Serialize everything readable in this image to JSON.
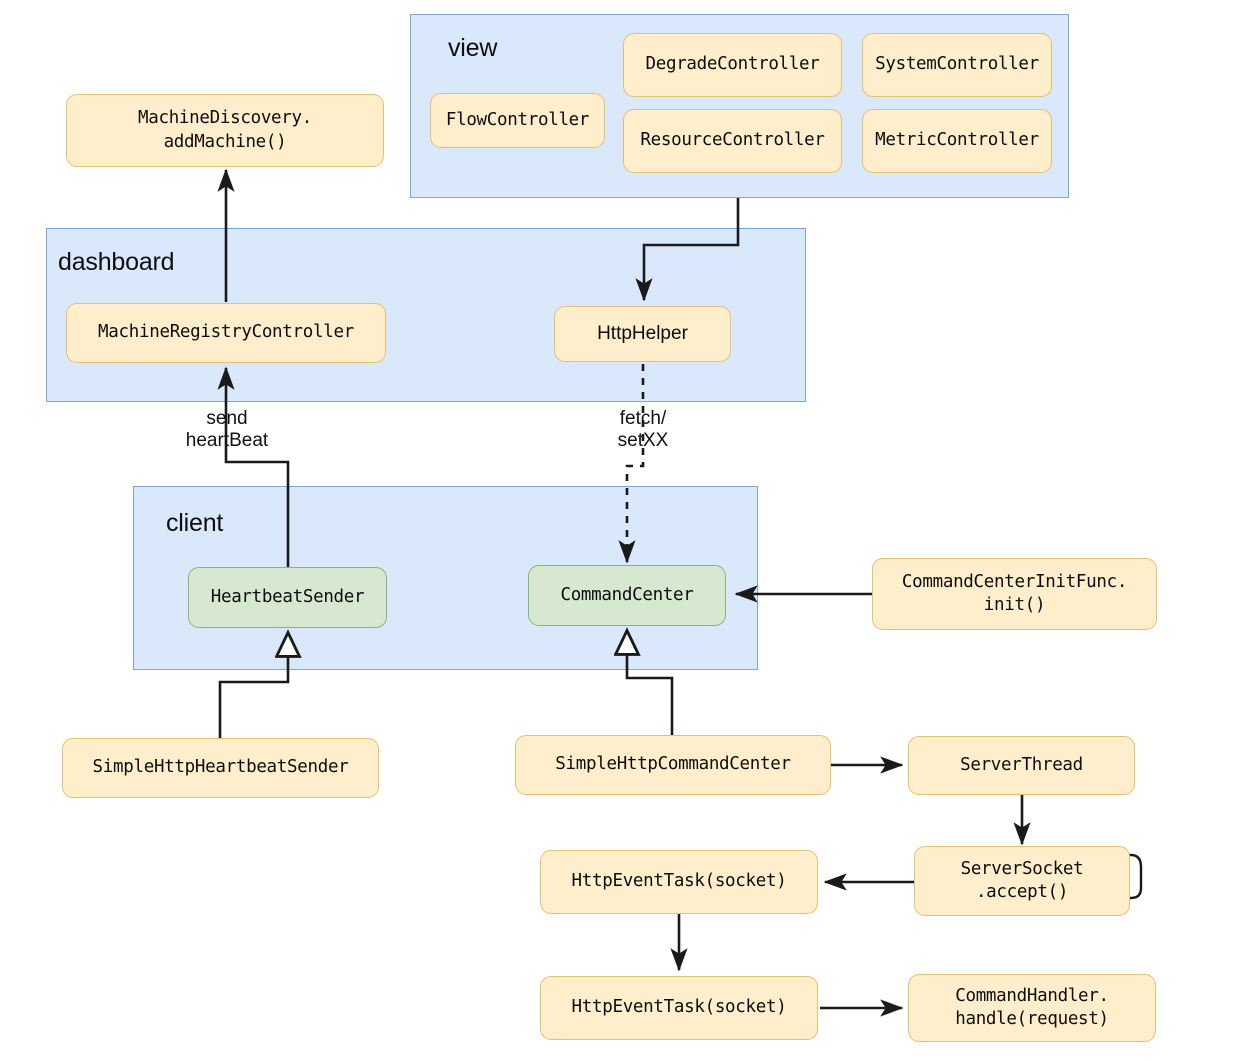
{
  "diagram": {
    "title": "Sentinel dashboard / client architecture",
    "colors": {
      "group_fill": "#dae8fc",
      "group_stroke": "#7ea6d9",
      "node_yellow_fill": "#ffeecc",
      "node_yellow_stroke": "#e3c171",
      "node_green_fill": "#d7e8d0",
      "node_green_stroke": "#8cb377",
      "edge_stroke": "#1a1a1a",
      "background": "#ffffff"
    },
    "groups": [
      {
        "id": "view",
        "label": "view"
      },
      {
        "id": "dashboard",
        "label": "dashboard"
      },
      {
        "id": "client",
        "label": "client"
      }
    ],
    "nodes": [
      {
        "id": "flow-controller",
        "label": "FlowController",
        "group": "view",
        "style": "yellow"
      },
      {
        "id": "degrade-controller",
        "label": "DegradeController",
        "group": "view",
        "style": "yellow"
      },
      {
        "id": "system-controller",
        "label": "SystemController",
        "group": "view",
        "style": "yellow"
      },
      {
        "id": "resource-controller",
        "label": "ResourceController",
        "group": "view",
        "style": "yellow"
      },
      {
        "id": "metric-controller",
        "label": "MetricController",
        "group": "view",
        "style": "yellow"
      },
      {
        "id": "machine-discovery",
        "label": "MachineDiscovery.\naddMachine()",
        "group": "none",
        "style": "yellow"
      },
      {
        "id": "machine-registry-controller",
        "label": "MachineRegistryController",
        "group": "dashboard",
        "style": "yellow"
      },
      {
        "id": "http-helper",
        "label": "HttpHelper",
        "group": "dashboard",
        "style": "yellow-sans"
      },
      {
        "id": "heartbeat-sender",
        "label": "HeartbeatSender",
        "group": "client",
        "style": "green"
      },
      {
        "id": "command-center",
        "label": "CommandCenter",
        "group": "client",
        "style": "green"
      },
      {
        "id": "command-center-init-func",
        "label": "CommandCenterInitFunc.\ninit()",
        "group": "none",
        "style": "yellow"
      },
      {
        "id": "simple-http-heartbeat-sender",
        "label": "SimpleHttpHeartbeatSender",
        "group": "none",
        "style": "yellow"
      },
      {
        "id": "simple-http-command-center",
        "label": "SimpleHttpCommandCenter",
        "group": "none",
        "style": "yellow"
      },
      {
        "id": "server-thread",
        "label": "ServerThread",
        "group": "none",
        "style": "yellow"
      },
      {
        "id": "server-socket-accept",
        "label": "ServerSocket\n.accept()",
        "group": "none",
        "style": "yellow"
      },
      {
        "id": "http-event-task-1",
        "label": "HttpEventTask(socket)",
        "group": "none",
        "style": "yellow"
      },
      {
        "id": "http-event-task-2",
        "label": "HttpEventTask(socket)",
        "group": "none",
        "style": "yellow"
      },
      {
        "id": "command-handler-handle",
        "label": "CommandHandler.\nhandle(request)",
        "group": "none",
        "style": "yellow"
      }
    ],
    "edges": [
      {
        "id": "machine-registry-to-machine-discovery",
        "from": "machine-registry-controller",
        "to": "machine-discovery",
        "kind": "arrow",
        "label": ""
      },
      {
        "id": "view-to-http-helper",
        "from": "view",
        "to": "http-helper",
        "kind": "arrow",
        "label": ""
      },
      {
        "id": "heartbeat-sender-to-machine-registry",
        "from": "heartbeat-sender",
        "to": "machine-registry-controller",
        "kind": "arrow",
        "label": "send\nheartBeat"
      },
      {
        "id": "http-helper-to-command-center",
        "from": "http-helper",
        "to": "command-center",
        "kind": "dashed-arrow",
        "label": "fetch/\nsetXX"
      },
      {
        "id": "init-func-to-command-center",
        "from": "command-center-init-func",
        "to": "command-center",
        "kind": "arrow",
        "label": ""
      },
      {
        "id": "simple-heartbeat-inherits-heartbeat-sender",
        "from": "simple-http-heartbeat-sender",
        "to": "heartbeat-sender",
        "kind": "inheritance",
        "label": ""
      },
      {
        "id": "simple-command-center-inherits-command-center",
        "from": "simple-http-command-center",
        "to": "command-center",
        "kind": "inheritance",
        "label": ""
      },
      {
        "id": "simple-command-center-to-server-thread",
        "from": "simple-http-command-center",
        "to": "server-thread",
        "kind": "arrow",
        "label": ""
      },
      {
        "id": "server-thread-to-server-socket",
        "from": "server-thread",
        "to": "server-socket-accept",
        "kind": "arrow",
        "label": ""
      },
      {
        "id": "server-socket-self-loop",
        "from": "server-socket-accept",
        "to": "server-socket-accept",
        "kind": "self-loop",
        "label": ""
      },
      {
        "id": "server-socket-to-http-event-task",
        "from": "server-socket-accept",
        "to": "http-event-task-1",
        "kind": "arrow",
        "label": ""
      },
      {
        "id": "http-event-task-1-to-2",
        "from": "http-event-task-1",
        "to": "http-event-task-2",
        "kind": "arrow",
        "label": ""
      },
      {
        "id": "http-event-task-2-to-command-handler",
        "from": "http-event-task-2",
        "to": "command-handler-handle",
        "kind": "arrow",
        "label": ""
      }
    ],
    "edge_labels": {
      "send_heartbeat": "send\nheartBeat",
      "fetch_setxx": "fetch/\nsetXX"
    }
  }
}
